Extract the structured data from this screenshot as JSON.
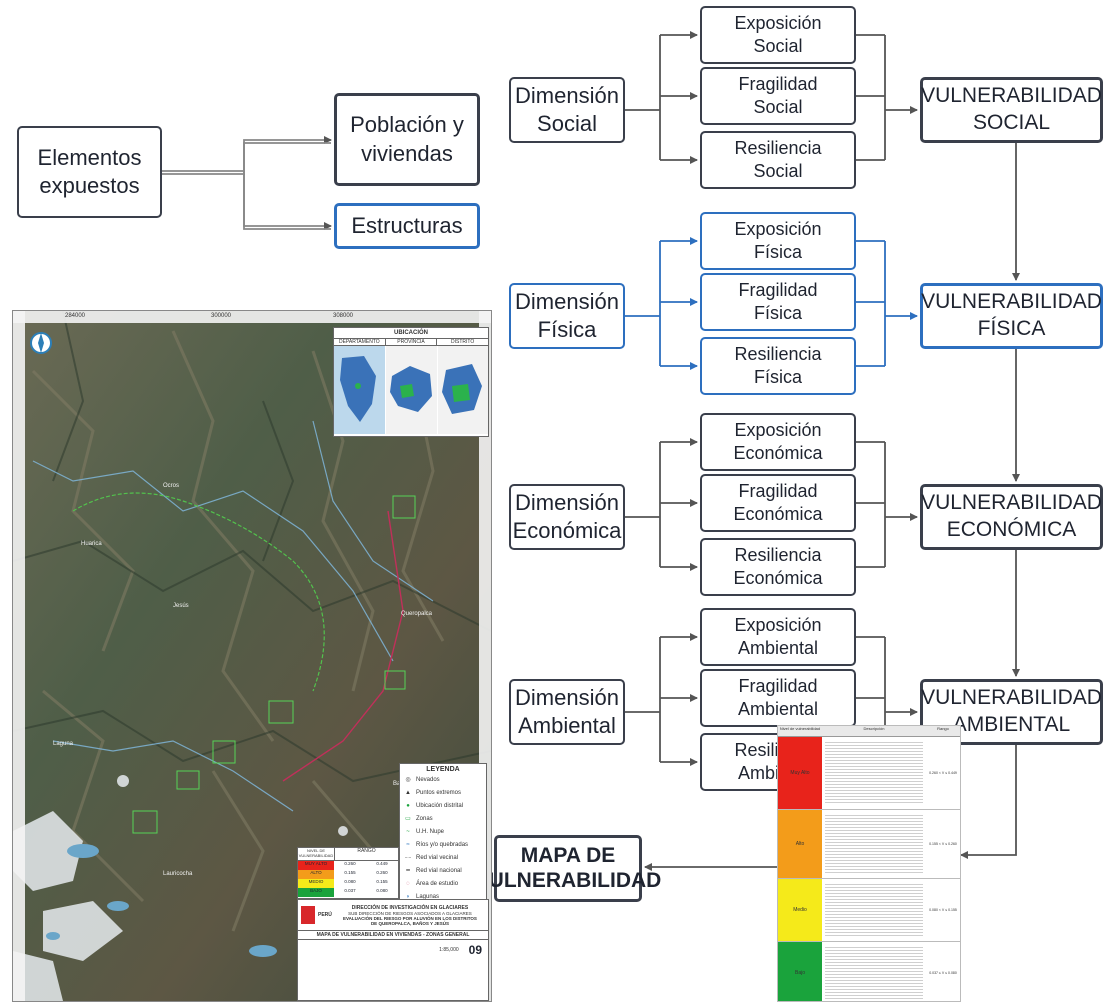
{
  "left_flow": {
    "source": [
      "Elementos",
      "expuestos"
    ],
    "target_1": [
      "Población y",
      "viviendas"
    ],
    "target_2": "Estructuras"
  },
  "dimensions": [
    {
      "name": [
        "Dimensión",
        "Social"
      ],
      "items": [
        [
          "Exposición",
          "Social"
        ],
        [
          "Fragilidad",
          "Social"
        ],
        [
          "Resiliencia",
          "Social"
        ]
      ],
      "result": [
        "VULNERABILIDAD",
        "SOCIAL"
      ],
      "highlight": false
    },
    {
      "name": [
        "Dimensión",
        "Física"
      ],
      "items": [
        [
          "Exposición",
          "Física"
        ],
        [
          "Fragilidad",
          "Física"
        ],
        [
          "Resiliencia",
          "Física"
        ]
      ],
      "result": [
        "VULNERABILIDAD",
        "FÍSICA"
      ],
      "highlight": true
    },
    {
      "name": [
        "Dimensión",
        "Económica"
      ],
      "items": [
        [
          "Exposición",
          "Económica"
        ],
        [
          "Fragilidad",
          "Económica"
        ],
        [
          "Resiliencia",
          "Económica"
        ]
      ],
      "result": [
        "VULNERABILIDAD",
        "ECONÓMICA"
      ],
      "highlight": false
    },
    {
      "name": [
        "Dimensión",
        "Ambiental"
      ],
      "items": [
        [
          "Exposición",
          "Ambiental"
        ],
        [
          "Fragilidad",
          "Ambiental"
        ],
        [
          "Resiliencia",
          "Ambiental"
        ]
      ],
      "result": [
        "VULNERABILIDAD",
        "AMBIENTAL"
      ],
      "highlight": false
    }
  ],
  "final": [
    "MAPA DE",
    "VULNERABILIDAD"
  ],
  "colors": {
    "dark_border": "#3a3f4b",
    "blue_border": "#2d6fbf",
    "very_high": "#e8231b",
    "high": "#f39c1a",
    "medium": "#f5ea1a",
    "low": "#1aa33c"
  },
  "map": {
    "location_header": "UBICACIÓN",
    "location_cols": [
      "DEPARTAMENTO",
      "PROVINCIA",
      "DISTRITO"
    ],
    "legend_title": "LEYENDA",
    "legend_items": [
      "Nevados",
      "Puntos extremos",
      "Ubicación distrital",
      "Zonas",
      "U.H. Nupe",
      "Ríos y/o quebradas",
      "Red vial vecinal",
      "Red vial nacional",
      "Área de estudio",
      "Lagunas"
    ],
    "vuln_table": {
      "col_1": "NIVEL DE VULNERABILIDAD",
      "col_2": "RANGO",
      "rows": [
        {
          "level": "MUY ALTO",
          "low": "0.260",
          "high": "0.449"
        },
        {
          "level": "ALTO",
          "low": "0.155",
          "high": "0.260"
        },
        {
          "level": "MEDIO",
          "low": "0.080",
          "high": "0.155"
        },
        {
          "level": "BAJO",
          "low": "0.037",
          "high": "0.080"
        }
      ]
    },
    "title_lines": [
      "DIRECCIÓN DE INVESTIGACIÓN EN GLACIARES",
      "SUB DIRECCIÓN DE RIESGOS ASOCIADOS A GLACIARES",
      "EVALUACIÓN DEL RIESGO POR ALUVIÓN EN LOS DISTRITOS",
      "DE QUEROPALCA, BAÑOS Y JESÚS"
    ],
    "map_title": "MAPA DE VULNERABILIDAD EN VIVIENDAS - ZONAS GENERAL",
    "map_number": "09",
    "scale": "1:85,000",
    "peru_label": "PERÚ",
    "coord_top": [
      "284000",
      "300000",
      "308000"
    ],
    "places": [
      "Ocros",
      "Huarica",
      "Jesús",
      "Queropalca",
      "Baños",
      "Lauricocha",
      "Laguna"
    ]
  },
  "table_thumb": {
    "headers": [
      "Nivel de vulnerabilidad",
      "Descripción",
      "Rango"
    ],
    "rows": [
      {
        "level": "Muy Alto",
        "range": "0.260 < V ≤ 0.449"
      },
      {
        "level": "Alto",
        "range": "0.155 < V ≤ 0.260"
      },
      {
        "level": "Medio",
        "range": "0.080 < V ≤ 0.155"
      },
      {
        "level": "Bajo",
        "range": "0.037 ≤ V ≤ 0.080"
      }
    ]
  }
}
